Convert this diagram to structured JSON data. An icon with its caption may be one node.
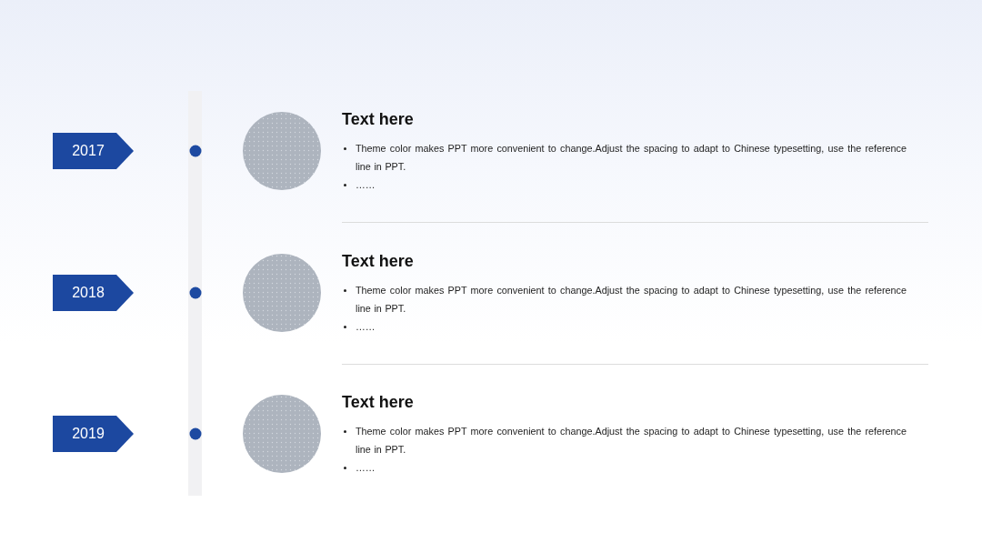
{
  "diagram": {
    "nodes": [
      {
        "text": [
          "2017"
        ]
      },
      {
        "text": [],
        "shape": "circle"
      },
      {
        "text": [
          "2018"
        ]
      },
      {
        "text": [],
        "shape": "circle"
      },
      {
        "text": [
          "2019"
        ]
      },
      {
        "text": [],
        "shape": "circle"
      }
    ],
    "labels": [
      "Text here",
      "Theme color makes PPT more convenient to change.Adjust the spacing to adapt to Chinese typesetting, use the reference line in PPT.",
      "……",
      "Text here",
      "Theme color makes PPT more convenient to change.Adjust the spacing to adapt to Chinese typesetting, use the reference line in PPT.",
      "……",
      "Text here",
      "Theme color makes PPT more convenient to change.Adjust the spacing to adapt to Chinese typesetting, use the reference line in PPT.",
      "……"
    ]
  }
}
